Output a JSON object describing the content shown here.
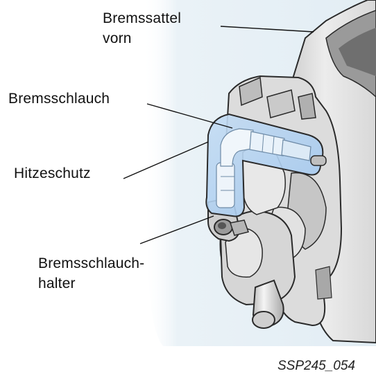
{
  "labels": {
    "brake_caliper": [
      "Bremssattel",
      "vorn"
    ],
    "brake_hose": [
      "Bremsschlauch"
    ],
    "heat_shield": [
      "Hitzeschutz"
    ],
    "hose_holder": [
      "Bremsschlauch-",
      "halter"
    ]
  },
  "figure_id": "SSP245_054",
  "colors": {
    "background_panel": "#e6f0f6",
    "caliper_light": "#f2f2f2",
    "caliper_mid": "#d2d2d2",
    "caliper_dark": "#8c8c8c",
    "outline": "#2a2a2a",
    "heat_shield_blue": "#a9cdf0",
    "leader_line": "#111111"
  }
}
